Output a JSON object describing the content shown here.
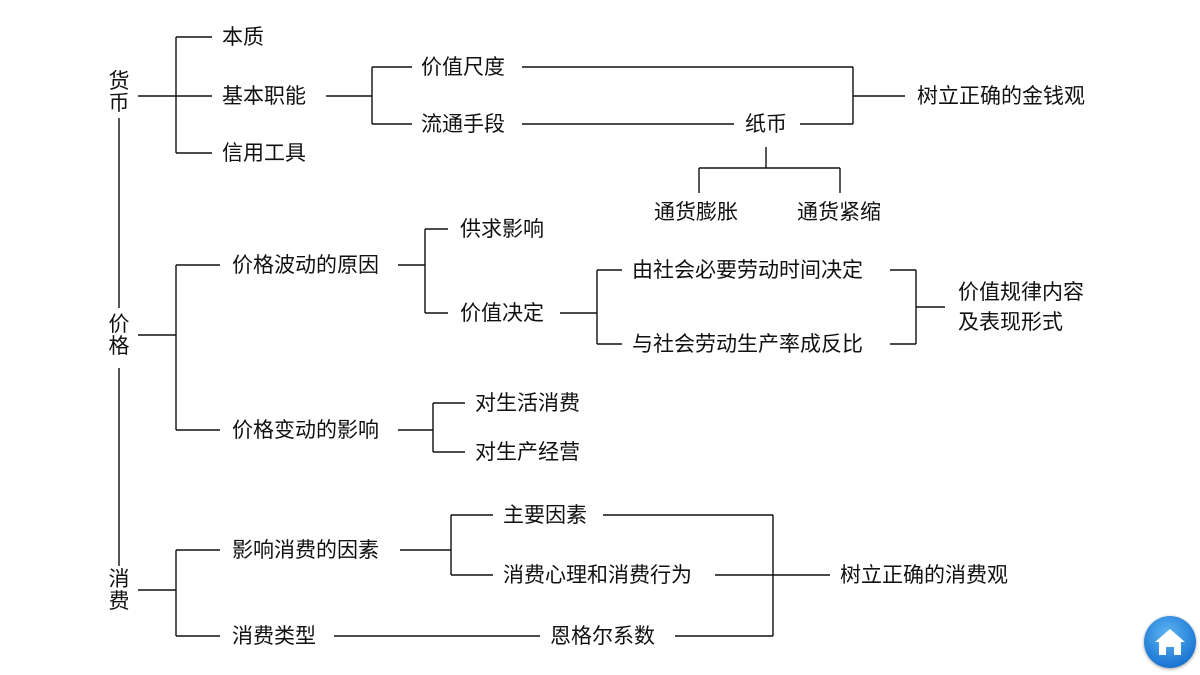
{
  "topics": {
    "money": "货币",
    "price": "价格",
    "consumption": "消费"
  },
  "money": {
    "essence": "本质",
    "basic_functions": "基本职能",
    "credit_tools": "信用工具",
    "measure_of_value": "价值尺度",
    "medium_of_circulation": "流通手段",
    "paper_money": "纸币",
    "inflation": "通货膨胀",
    "deflation": "通货紧缩",
    "money_view": "树立正确的金钱观"
  },
  "price": {
    "fluctuation_causes": "价格波动的原因",
    "supply_demand": "供求影响",
    "value_determines": "价值决定",
    "determined_by_labor_time": "由社会必要劳动时间决定",
    "inverse_productivity": "与社会劳动生产率成反比",
    "law_of_value_line1": "价值规律内容",
    "law_of_value_line2": "及表现形式",
    "change_effects": "价格变动的影响",
    "on_life_consumption": "对生活消费",
    "on_production": "对生产经营"
  },
  "consumption": {
    "factors": "影响消费的因素",
    "main_factors": "主要因素",
    "psychology_behavior": "消费心理和消费行为",
    "types": "消费类型",
    "engel": "恩格尔系数",
    "consumption_view": "树立正确的消费观"
  },
  "icons": {
    "home": "home-icon"
  }
}
